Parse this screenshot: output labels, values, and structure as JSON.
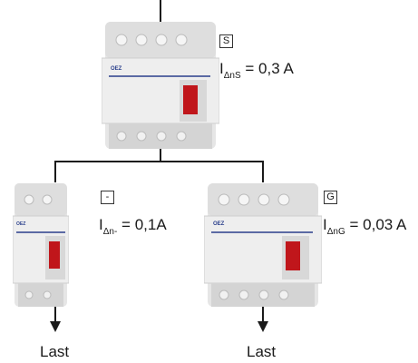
{
  "breakers": [
    {
      "id": "main",
      "type_code": "S",
      "poles": 4,
      "brand": "OEZ",
      "rating_symbol": "I",
      "rating_subscript": "ΔnS",
      "rating_value": "= 0,3 A"
    },
    {
      "id": "branch-left",
      "type_code": "-",
      "poles": 2,
      "brand": "OEZ",
      "rating_symbol": "I",
      "rating_subscript": "Δn-",
      "rating_value": "= 0,1A"
    },
    {
      "id": "branch-right",
      "type_code": "G",
      "poles": 4,
      "brand": "OEZ",
      "rating_symbol": "I",
      "rating_subscript": "ΔnG",
      "rating_value": "= 0,03 A"
    }
  ],
  "loads": [
    {
      "label": "Last"
    },
    {
      "label": "Last"
    }
  ],
  "colors": {
    "body": "#e6e6e6",
    "body_dark": "#c9c9c9",
    "accent_line": "#2a3f8c",
    "brand": "#2a3f8c",
    "handle": "#c0161b",
    "wire": "#1a1a1a"
  }
}
